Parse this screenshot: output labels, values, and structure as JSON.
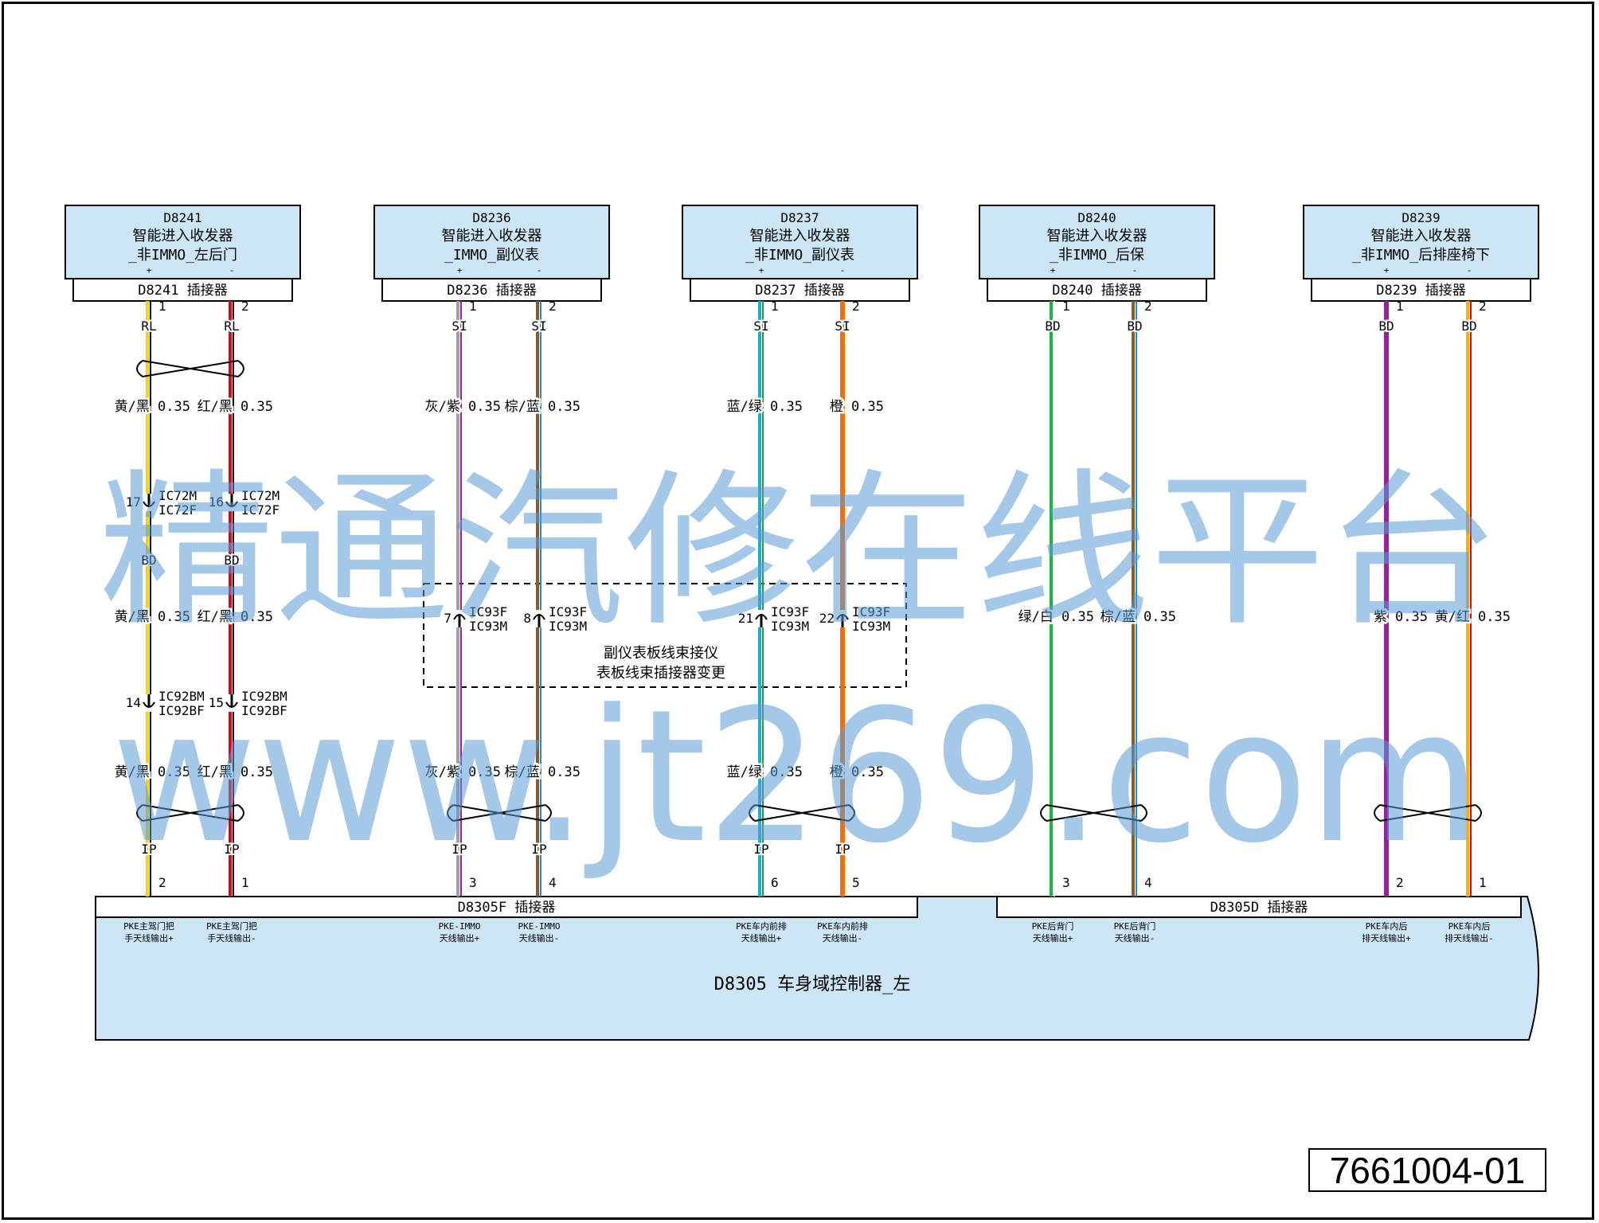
{
  "devices": [
    {
      "id": "D8241",
      "name_line1": "智能进入收发器",
      "name_line2": "_非IMMO_左后门",
      "connector": "D8241 插接器",
      "plus": "+",
      "minus": "-"
    },
    {
      "id": "D8236",
      "name_line1": "智能进入收发器",
      "name_line2": "_IMMO_副仪表",
      "connector": "D8236 插接器",
      "plus": "+",
      "minus": "-"
    },
    {
      "id": "D8237",
      "name_line1": "智能进入收发器",
      "name_line2": "_非IMMO_副仪表",
      "connector": "D8237 插接器",
      "plus": "+",
      "minus": "-"
    },
    {
      "id": "D8240",
      "name_line1": "智能进入收发器",
      "name_line2": "_非IMMO_后保",
      "connector": "D8240 插接器",
      "plus": "+",
      "minus": "-"
    },
    {
      "id": "D8239",
      "name_line1": "智能进入收发器",
      "name_line2": "_非IMMO_后排座椅下",
      "connector": "D8239 插接器",
      "plus": "+",
      "minus": "-"
    }
  ],
  "wires": [
    {
      "top_pin": "1",
      "top_code": "RL",
      "label_a": "黄/黑 0.35",
      "inline1_pin": "17",
      "inline1_m": "IC72M",
      "inline1_f": "IC72F",
      "mid_code": "BD",
      "label_b": "黄/黑 0.35",
      "inline2_pin": "14",
      "inline2_m": "IC92BM",
      "inline2_f": "IC92BF",
      "label_c": "黄/黑 0.35",
      "bottom_code": "IP",
      "bottom_pin": "2",
      "colors": [
        "#ffd000",
        "#000000"
      ],
      "func_line1": "PKE主驾门把",
      "func_line2": "手天线输出+"
    },
    {
      "top_pin": "2",
      "top_code": "RL",
      "label_a": "红/黑 0.35",
      "inline1_pin": "16",
      "inline1_m": "IC72M",
      "inline1_f": "IC72F",
      "mid_code": "BD",
      "label_b": "红/黑 0.35",
      "inline2_pin": "15",
      "inline2_m": "IC92BM",
      "inline2_f": "IC92BF",
      "label_c": "红/黑 0.35",
      "bottom_code": "IP",
      "bottom_pin": "1",
      "colors": [
        "#e0001a",
        "#000000"
      ],
      "func_line1": "PKE主驾门把",
      "func_line2": "手天线输出-"
    },
    {
      "top_pin": "1",
      "top_code": "SI",
      "label_a": "灰/紫 0.35",
      "inline1_pin": "7",
      "inline1_f": "IC93F",
      "inline1_m": "IC93M",
      "label_c": "灰/紫 0.35",
      "bottom_code": "IP",
      "bottom_pin": "3",
      "colors": [
        "#a0a0a0",
        "#9b1ea0"
      ],
      "func_line1": "PKE-IMMO",
      "func_line2": "天线输出+"
    },
    {
      "top_pin": "2",
      "top_code": "SI",
      "label_a": "棕/蓝 0.35",
      "inline1_pin": "8",
      "inline1_f": "IC93F",
      "inline1_m": "IC93M",
      "label_c": "棕/蓝 0.35",
      "bottom_code": "IP",
      "bottom_pin": "4",
      "colors": [
        "#8a5a2b",
        "#1a8fc8"
      ],
      "func_line1": "PKE-IMMO",
      "func_line2": "天线输出-"
    },
    {
      "top_pin": "1",
      "top_code": "SI",
      "label_a": "蓝/绿 0.35",
      "inline1_pin": "21",
      "inline1_f": "IC93F",
      "inline1_m": "IC93M",
      "label_c": "蓝/绿 0.35",
      "bottom_code": "IP",
      "bottom_pin": "6",
      "colors": [
        "#1ab0c8",
        "#20a040"
      ],
      "func_line1": "PKE车内前排",
      "func_line2": "天线输出+"
    },
    {
      "top_pin": "2",
      "top_code": "SI",
      "label_a": "橙 0.35",
      "inline1_pin": "22",
      "inline1_f": "IC93F",
      "inline1_m": "IC93M",
      "label_c": "橙 0.35",
      "bottom_code": "IP",
      "bottom_pin": "5",
      "colors": [
        "#f07010",
        "#f07010"
      ],
      "func_line1": "PKE车内前排",
      "func_line2": "天线输出-"
    },
    {
      "top_pin": "1",
      "top_code": "BD",
      "label_b": "绿/白 0.35",
      "bottom_pin": "3",
      "colors": [
        "#20b040",
        "#ffffff"
      ],
      "func_line1": "PKE后背门",
      "func_line2": "天线输出+"
    },
    {
      "top_pin": "2",
      "top_code": "BD",
      "label_b": "棕/蓝 0.35",
      "bottom_pin": "4",
      "colors": [
        "#8a5a2b",
        "#1a8fc8"
      ],
      "func_line1": "PKE后背门",
      "func_line2": "天线输出-"
    },
    {
      "top_pin": "1",
      "top_code": "BD",
      "label_b": "紫 0.35",
      "bottom_pin": "2",
      "colors": [
        "#9b1ea0",
        "#9b1ea0"
      ],
      "func_line1": "PKE车内后",
      "func_line2": "排天线输出+"
    },
    {
      "top_pin": "2",
      "top_code": "BD",
      "label_b": "黄/红 0.35",
      "bottom_pin": "1",
      "colors": [
        "#ffb000",
        "#e0001a"
      ],
      "func_line1": "PKE车内后",
      "func_line2": "排天线输出-"
    }
  ],
  "change_note": {
    "line1": "副仪表板线束接仪",
    "line2": "表板线束插接器变更"
  },
  "controller": {
    "connector_f": "D8305F 插接器",
    "connector_d": "D8305D 插接器",
    "name": "D8305 车身域控制器_左"
  },
  "watermark": {
    "line1": "精通汽修在线平台",
    "line2": "www.jt269.com"
  },
  "doc_code": "7661004-01"
}
